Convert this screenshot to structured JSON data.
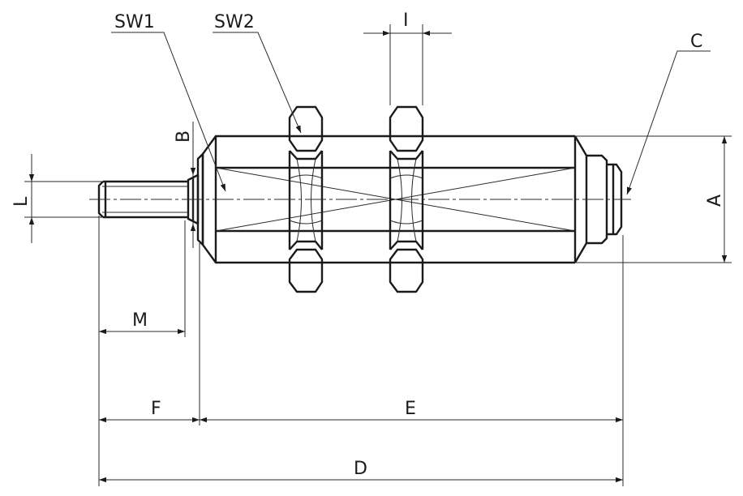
{
  "labels": {
    "sw1": "SW1",
    "sw2": "SW2",
    "i": "I",
    "c": "C",
    "b": "B",
    "l": "L",
    "a": "A",
    "m": "M",
    "f": "F",
    "e": "E",
    "d": "D"
  }
}
